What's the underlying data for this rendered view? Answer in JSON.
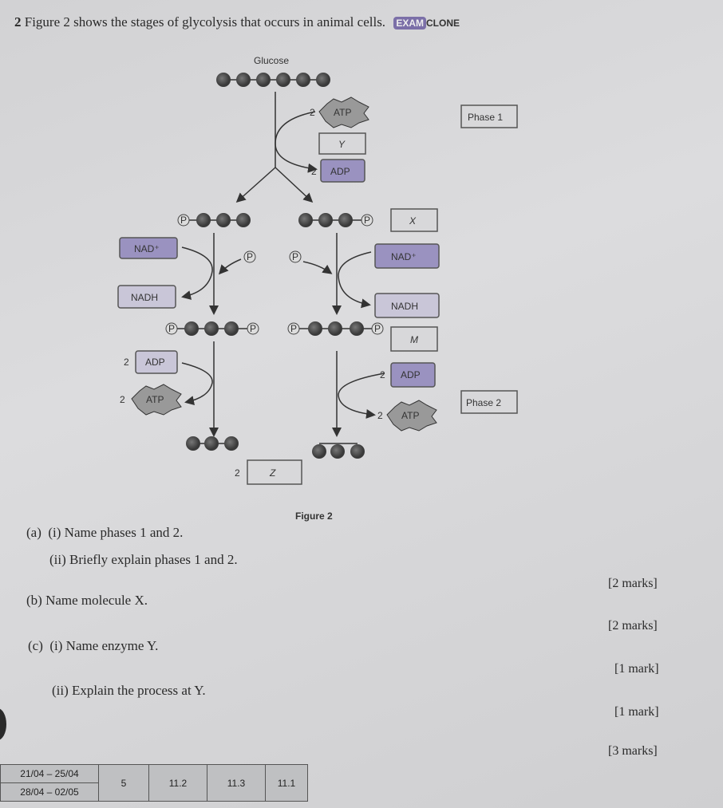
{
  "question": {
    "number": "2",
    "intro": "Figure 2 shows the stages of glycolysis that occurs in animal cells.",
    "logo": {
      "part1": "EXAM",
      "part2": "CLONE"
    }
  },
  "figure": {
    "caption": "Figure 2",
    "glucose": "Glucose",
    "p": "P",
    "two": "2",
    "atp": "ATP",
    "adp": "ADP",
    "nad": "NAD⁺",
    "nadh": "NADH",
    "y": "Y",
    "x": "X",
    "m": "M",
    "z": "Z",
    "phase1": "Phase 1",
    "phase2": "Phase 2"
  },
  "parts": [
    {
      "label": "(a)",
      "sub": "(i)",
      "text": "Name phases 1 and 2."
    },
    {
      "sub": "(ii)",
      "text": "Briefly explain phases 1 and 2.",
      "marks": "[2 marks]"
    },
    {
      "label": "(b)",
      "text": "Name molecule X.",
      "marks": "[2 marks]"
    },
    {
      "label": "(c)",
      "sub": "(i)",
      "text": "Name enzyme Y.",
      "marks": "[1 mark]"
    },
    {
      "sub": "(ii)",
      "text": "Explain the process at Y.",
      "marks": "[1 mark]"
    },
    {
      "marks": "[3 marks]"
    }
  ],
  "table": {
    "row1": "21/04 – 25/04",
    "row2": "28/04 – 02/05",
    "week": "5",
    "c1": "11.2",
    "c2": "11.3",
    "c3": "11.1"
  }
}
